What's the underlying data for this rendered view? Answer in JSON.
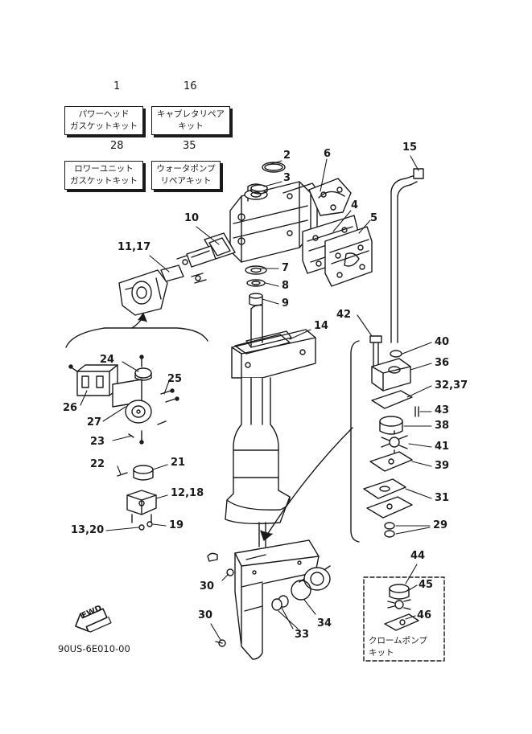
{
  "kits": [
    {
      "number": "1",
      "line1": "パワーヘッド",
      "line2": "ガスケットキット"
    },
    {
      "number": "16",
      "line1": "キャブレタリペア",
      "line2": "キット"
    },
    {
      "number": "28",
      "line1": "ロワーユニット",
      "line2": "ガスケットキット"
    },
    {
      "number": "35",
      "line1": "ウォータポンプ",
      "line2": "リペアキット"
    }
  ],
  "callouts": {
    "c2": "2",
    "c3": "3",
    "c4": "4",
    "c5": "5",
    "c6": "6",
    "c7": "7",
    "c8": "8",
    "c9": "9",
    "c10": "10",
    "c11_17": "11,17",
    "c14": "14",
    "c15": "15",
    "c24": "24",
    "c25": "25",
    "c26": "26",
    "c27": "27",
    "c23": "23",
    "c22": "22",
    "c21": "21",
    "c12_18": "12,18",
    "c13_20": "13,20",
    "c19": "19",
    "c42": "42",
    "c40": "40",
    "c36": "36",
    "c32_37": "32,37",
    "c43": "43",
    "c38": "38",
    "c41": "41",
    "c39": "39",
    "c31": "31",
    "c29": "29",
    "c30a": "30",
    "c30b": "30",
    "c33": "33",
    "c34": "34",
    "c44": "44",
    "c45": "45",
    "c46": "46"
  },
  "chrome_kit": {
    "line1": "クロームポンプ",
    "line2": "キット"
  },
  "fwd_label": "FWD",
  "drawing_code": "90US-6E010-00"
}
